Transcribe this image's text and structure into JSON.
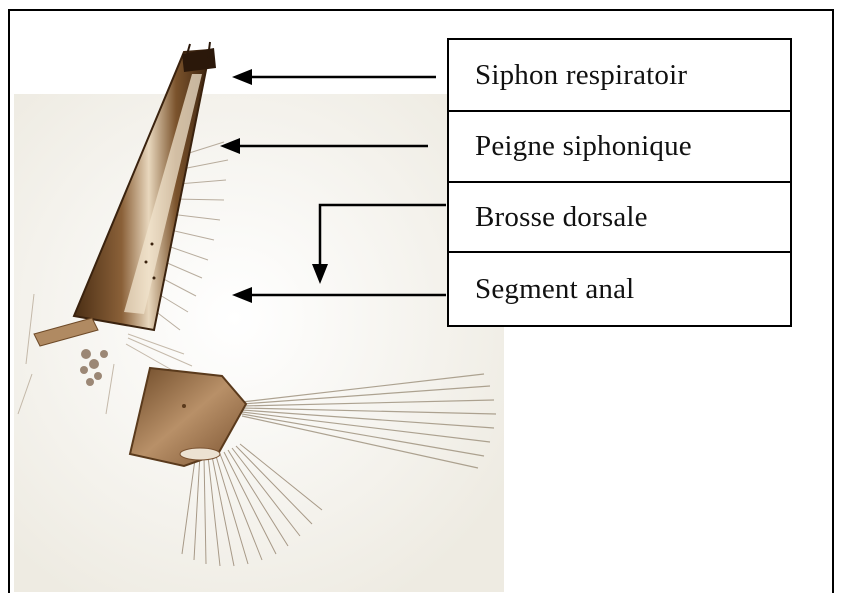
{
  "figure": {
    "labels": [
      {
        "id": "siphon",
        "text": "Siphon respiratoir"
      },
      {
        "id": "peigne",
        "text": "Peigne siphonique"
      },
      {
        "id": "brosse",
        "text": "Brosse dorsale"
      },
      {
        "id": "segment",
        "text": "Segment anal"
      }
    ],
    "colors": {
      "frame": "#000000",
      "arrow": "#000000",
      "chitin_dark": "#5a3a1c",
      "chitin_mid": "#8a6038",
      "chitin_light": "#c6a57c",
      "background_tint": "#f4f1ea",
      "bristles": "#9a8a76"
    }
  }
}
